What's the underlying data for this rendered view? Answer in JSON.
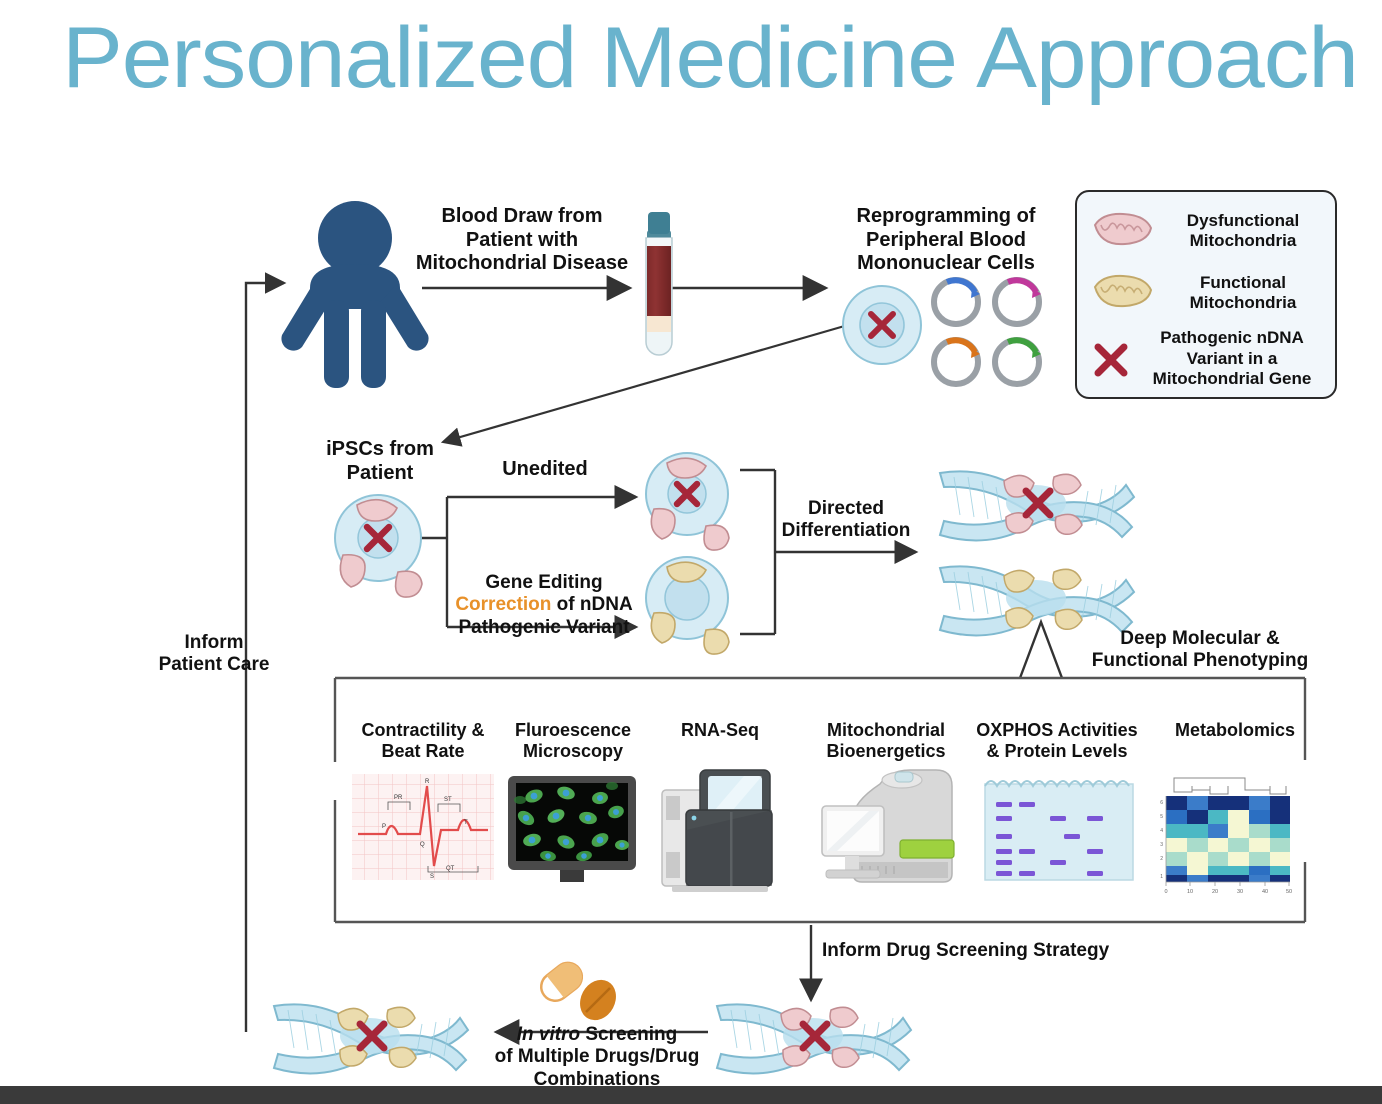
{
  "title": "Personalized Medicine Approach",
  "theme": {
    "title_color": "#69B3CD",
    "line_color": "#333333",
    "patient_color": "#2B5480",
    "dysfunctional_mito_fill": "#EFCBCE",
    "dysfunctional_mito_stroke": "#C18D92",
    "functional_mito_fill": "#EBDCAE",
    "functional_mito_stroke": "#C2A869",
    "variant_x_color": "#A62639",
    "cell_fill": "#D7ECF5",
    "cell_stroke": "#8FC4D8",
    "correction_color": "#E8912A",
    "legend_bg": "#F2F7FB",
    "bottom_bar": "#3A3A3A"
  },
  "legend": {
    "items": [
      {
        "icon": "dysfunctional-mitochondria-icon",
        "label": "Dysfunctional\nMitochondria"
      },
      {
        "icon": "functional-mitochondria-icon",
        "label": "Functional\nMitochondria"
      },
      {
        "icon": "pathogenic-variant-x-icon",
        "label": "Pathogenic nDNA\nVariant in a\nMitochondrial Gene"
      }
    ],
    "items_text": [
      [
        "Dysfunctional",
        "Mitochondria"
      ],
      [
        "Functional",
        "Mitochondria"
      ],
      [
        "Pathogenic nDNA",
        "Variant in a",
        "Mitochondrial Gene"
      ]
    ]
  },
  "steps": {
    "blood_draw": [
      "Blood Draw from",
      "Patient with",
      "Mitochondrial Disease"
    ],
    "reprogramming": [
      "Reprogramming of",
      "Peripheral Blood",
      "Mononuclear Cells"
    ],
    "ipsc": [
      "iPSCs from",
      "Patient"
    ],
    "unedited": "Unedited",
    "gene_editing_line1": "Gene Editing",
    "gene_editing_correction": "Correction",
    "gene_editing_rest": " of nDNA",
    "gene_editing_line3": "Pathogenic Variant",
    "directed_differentiation": [
      "Directed",
      "Differentiation"
    ],
    "deep_phenotyping": [
      "Deep Molecular &",
      "Functional Phenotyping"
    ],
    "inform_patient_care": [
      "Inform",
      "Patient Care"
    ],
    "inform_drug_screening": "Inform Drug Screening Strategy",
    "in_vitro_screening_italic": "In vitro",
    "in_vitro_screening_rest": " Screening",
    "in_vitro_screening_line2": "of Multiple Drugs/Drug",
    "in_vitro_screening_line3": "Combinations"
  },
  "assays": [
    {
      "name": "contractility-beat-rate",
      "label": [
        "Contractility &",
        "Beat Rate"
      ],
      "icon": "ecg-trace-icon"
    },
    {
      "name": "fluorescence-microscopy",
      "label": [
        "Fluroescence",
        "Microscopy"
      ],
      "icon": "monitor-fluorescence-icon"
    },
    {
      "name": "rna-seq",
      "label": [
        "RNA-Seq"
      ],
      "icon": "sequencer-icon"
    },
    {
      "name": "mitochondrial-bioenergetics",
      "label": [
        "Mitochondrial",
        "Bioenergetics"
      ],
      "icon": "analyzer-workstation-icon"
    },
    {
      "name": "oxphos-activities",
      "label": [
        "OXPHOS Activities",
        "& Protein Levels"
      ],
      "icon": "western-blot-icon"
    },
    {
      "name": "metabolomics",
      "label": [
        "Metabolomics"
      ],
      "icon": "heatmap-dendrogram-icon"
    }
  ],
  "plasmids": [
    {
      "name": "plasmid-blue",
      "color": "#3F76D0"
    },
    {
      "name": "plasmid-magenta",
      "color": "#C0389B"
    },
    {
      "name": "plasmid-orange",
      "color": "#D9741B"
    },
    {
      "name": "plasmid-green",
      "color": "#3FA03F"
    }
  ],
  "ecg_markers": [
    "PR",
    "ST",
    "QT",
    "P",
    "Q",
    "R",
    "S",
    "T"
  ],
  "metabolomics_axis_ticks": [
    "0",
    "10",
    "20",
    "30",
    "40",
    "50"
  ]
}
